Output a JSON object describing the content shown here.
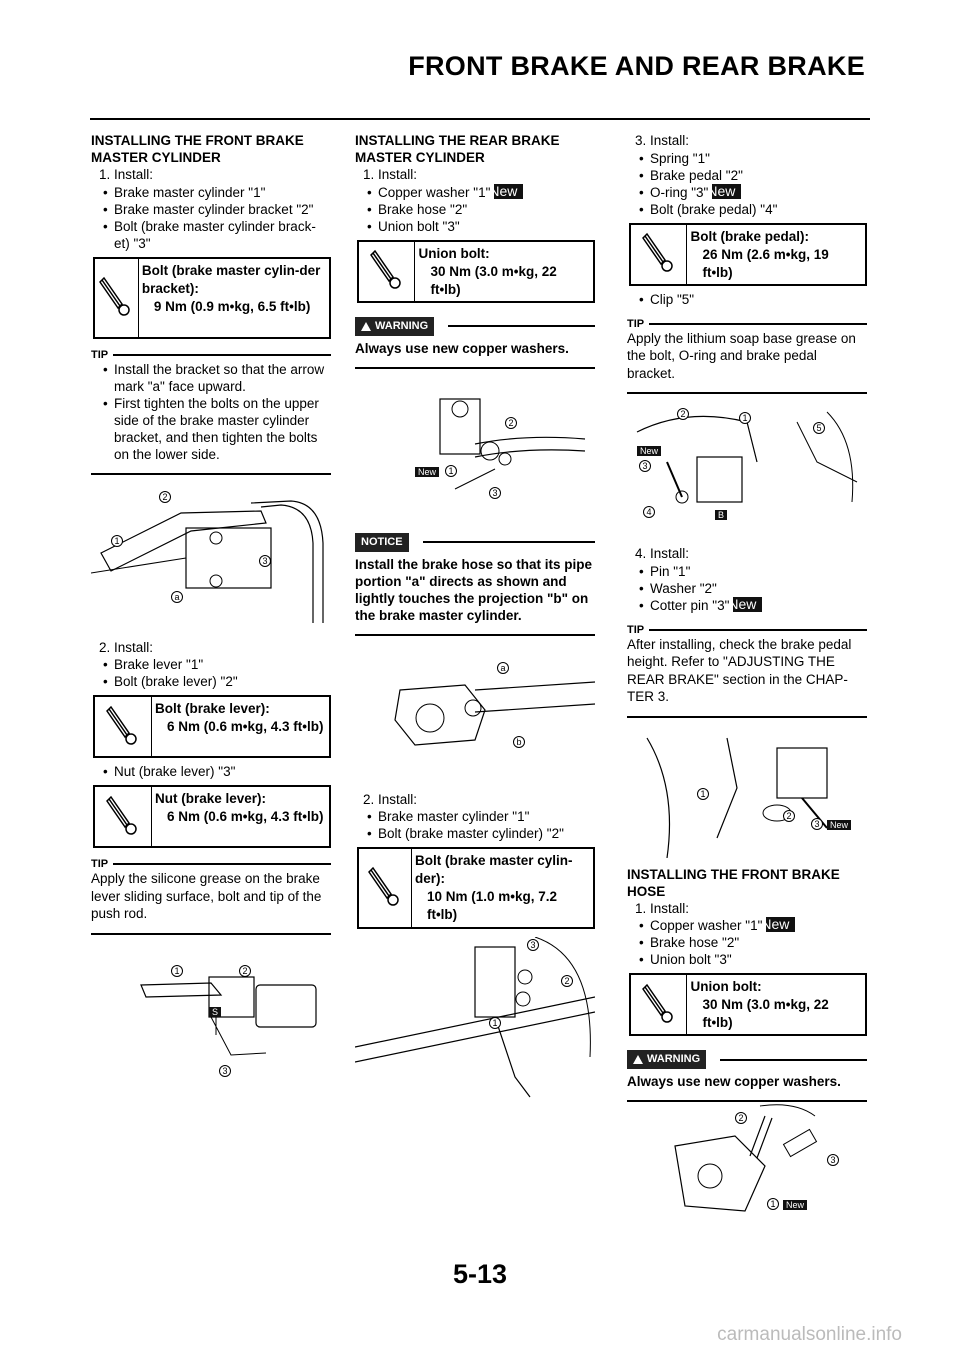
{
  "header": {
    "title": "FRONT BRAKE AND REAR BRAKE"
  },
  "page_number": "5-13",
  "watermark": "carmanualsonline.info",
  "new_label": "New",
  "col1": {
    "heading": "INSTALLING THE FRONT BRAKE MASTER CYLINDER",
    "step1": "1. Install:",
    "bullets1": [
      "Brake master cylinder \"1\"",
      "Brake master cylinder bracket \"2\"",
      "Bolt (brake master cylinder brack-et) \"3\""
    ],
    "torque1": {
      "title": "Bolt (brake master cylin-der bracket):",
      "value": "9 Nm (0.9 m•kg, 6.5 ft•lb)"
    },
    "tip1_label": "TIP",
    "tip1_bullets": [
      "Install the bracket so that the arrow mark \"a\" face upward.",
      "First tighten the bolts on the upper side of the brake master cylinder bracket, and then tighten the bolts on the lower side."
    ],
    "fig1_labels": [
      "1",
      "2",
      "3",
      "a"
    ],
    "step2": "2. Install:",
    "bullets2": [
      "Brake lever \"1\"",
      "Bolt (brake lever) \"2\""
    ],
    "torque2": {
      "title": "Bolt (brake lever):",
      "value": "6 Nm (0.6 m•kg, 4.3 ft•lb)"
    },
    "bullets3": [
      "Nut (brake lever) \"3\""
    ],
    "torque3": {
      "title": "Nut (brake lever):",
      "value": "6 Nm (0.6 m•kg, 4.3 ft•lb)"
    },
    "tip2_label": "TIP",
    "tip2_text": "Apply the silicone grease on the brake lever sliding surface, bolt and tip of the push rod.",
    "fig2_labels": [
      "1",
      "2",
      "3",
      "S"
    ]
  },
  "col2": {
    "heading": "INSTALLING THE REAR BRAKE MASTER CYLINDER",
    "step1": "1. Install:",
    "bullets1": [
      "Copper washer \"1\"",
      "Brake hose \"2\"",
      "Union bolt \"3\""
    ],
    "torque1": {
      "title": "Union bolt:",
      "value": "30 Nm (3.0 m•kg, 22 ft•lb)"
    },
    "warning_label": "WARNING",
    "warning_text": "Always use new copper washers.",
    "fig1_labels": [
      "1",
      "2",
      "3"
    ],
    "notice_label": "NOTICE",
    "notice_text": "Install the brake hose so that its pipe portion \"a\" directs as shown and lightly touches the projection \"b\" on the brake master cylinder.",
    "fig2_labels": [
      "a",
      "b"
    ],
    "step2": "2. Install:",
    "bullets2": [
      "Brake master cylinder \"1\"",
      "Bolt (brake master cylinder) \"2\""
    ],
    "torque2": {
      "title": "Bolt (brake master cylin-der):",
      "value": "10 Nm (1.0 m•kg, 7.2 ft•lb)"
    },
    "fig3_labels": [
      "1",
      "2",
      "3"
    ]
  },
  "col3": {
    "step3": "3. Install:",
    "bullets1": [
      "Spring \"1\"",
      "Brake pedal \"2\"",
      "O-ring \"3\"",
      "Bolt (brake pedal) \"4\""
    ],
    "torque1": {
      "title": "Bolt (brake pedal):",
      "value": "26 Nm (2.6 m•kg, 19 ft•lb)"
    },
    "bullets2": [
      "Clip \"5\""
    ],
    "tip1_label": "TIP",
    "tip1_text": "Apply the lithium soap base grease on the bolt, O-ring and brake pedal bracket.",
    "fig1_labels": [
      "1",
      "2",
      "3",
      "4",
      "5",
      "B"
    ],
    "step4": "4. Install:",
    "bullets3": [
      "Pin \"1\"",
      "Washer \"2\"",
      "Cotter pin \"3\""
    ],
    "tip2_label": "TIP",
    "tip2_text": "After installing, check the brake pedal height. Refer to \"ADJUSTING THE REAR BRAKE\" section in the CHAP-TER 3.",
    "fig2_labels": [
      "1",
      "2",
      "3"
    ],
    "heading2": "INSTALLING THE FRONT BRAKE HOSE",
    "step5": "1. Install:",
    "bullets4": [
      "Copper washer \"1\"",
      "Brake hose \"2\"",
      "Union bolt \"3\""
    ],
    "torque2": {
      "title": "Union bolt:",
      "value": "30 Nm (3.0 m•kg, 22 ft•lb)"
    },
    "warning_label": "WARNING",
    "warning_text": "Always use new copper washers.",
    "fig3_labels": [
      "1",
      "2",
      "3"
    ]
  }
}
